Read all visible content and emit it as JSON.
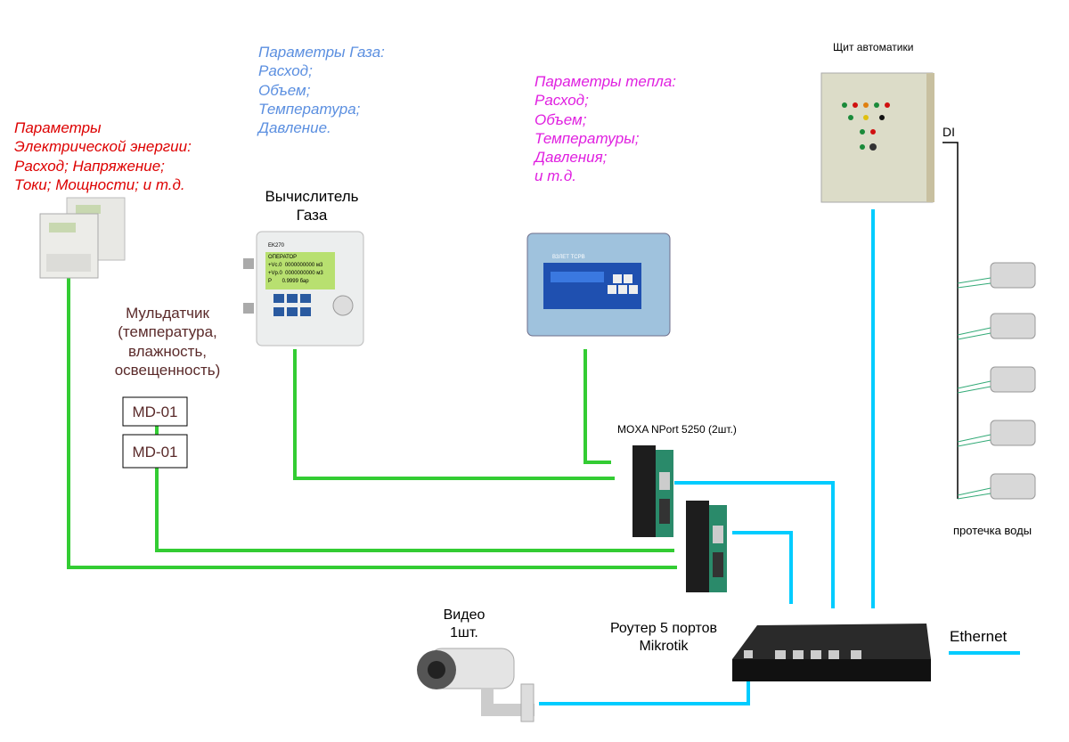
{
  "colors": {
    "green_link": "#33cc33",
    "ethernet_link": "#00ccff",
    "electric_text": "#dd0000",
    "gas_text": "#5b8fe0",
    "heat_text": "#e020e0",
    "sensor_text": "#5a2a2a",
    "wire": "#000000"
  },
  "electric_params": [
    "Параметры",
    "Электрической энергии:",
    "Расход; Напряжение;",
    "Токи; Мощности; и т.д."
  ],
  "gas_params": [
    "Параметры Газа:",
    "Расход;",
    "Объем;",
    "Температура;",
    "Давление."
  ],
  "heat_params": [
    "Параметры тепла:",
    "Расход;",
    "Объем;",
    "Температуры;",
    "Давления;",
    "и т.д."
  ],
  "gas_computer_label": [
    "Вычислитель",
    "Газа"
  ],
  "multisensor_label": [
    "Мульдатчик",
    "(температура,",
    "влажность,",
    "освещенность)"
  ],
  "md_boxes": [
    "MD-01",
    "MD-01"
  ],
  "moxa_label": "MOXA NPort 5250 (2шт.)",
  "panel_label": "Щит автоматики",
  "di_label": "DI",
  "leak_label": "протечка воды",
  "video_label": [
    "Видео",
    "1шт."
  ],
  "router_label": [
    "Роутер 5 портов",
    "Mikrotik"
  ],
  "legend_ethernet": "Ethernet",
  "devices": {
    "gas_screen": [
      "ОПЕРАТОР",
      "+Vc.0  0000000000 м3",
      "+Vр.0  0000000000 м3",
      "P       0.9999 бар"
    ],
    "gas_model": "EK270",
    "heat_brand": "ВЗЛЕТ ТСРВ"
  }
}
